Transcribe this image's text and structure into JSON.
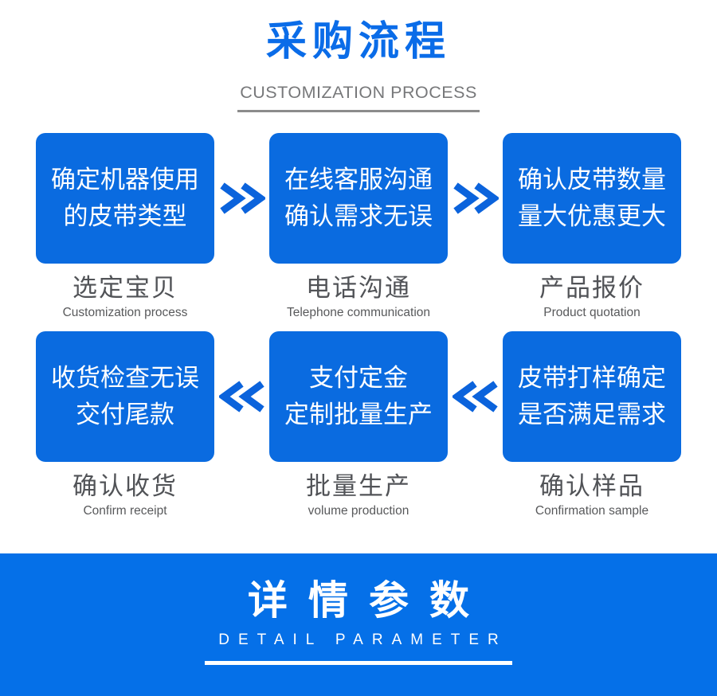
{
  "header": {
    "title": "采购流程",
    "subtitle": "CUSTOMIZATION PROCESS"
  },
  "flow": {
    "steps": [
      {
        "box_line1": "确定机器使用",
        "box_line2": "的皮带类型",
        "label_cn": "选定宝贝",
        "label_en": "Customization process"
      },
      {
        "box_line1": "在线客服沟通",
        "box_line2": "确认需求无误",
        "label_cn": "电话沟通",
        "label_en": "Telephone communication"
      },
      {
        "box_line1": "确认皮带数量",
        "box_line2": "量大优惠更大",
        "label_cn": "产品报价",
        "label_en": "Product quotation"
      },
      {
        "box_line1": "收货检查无误",
        "box_line2": "交付尾款",
        "label_cn": "确认收货",
        "label_en": "Confirm receipt"
      },
      {
        "box_line1": "支付定金",
        "box_line2": "定制批量生产",
        "label_cn": "批量生产",
        "label_en": "volume production"
      },
      {
        "box_line1": "皮带打样确定",
        "box_line2": "是否满足需求",
        "label_cn": "确认样品",
        "label_en": "Confirmation sample"
      }
    ],
    "row1_arrow_direction": "right",
    "row2_arrow_direction": "left"
  },
  "banner": {
    "title": "详情参数",
    "subtitle": "DETAIL PARAMETER"
  },
  "colors": {
    "box_blue": "#0a6be0",
    "banner_blue": "#0570e8",
    "title_blue": "#0a6ce8",
    "arrow_blue": "#0b63dc",
    "label_gray": "#515357",
    "sublabel_gray": "#58595b",
    "subtitle_gray": "#77787a"
  }
}
